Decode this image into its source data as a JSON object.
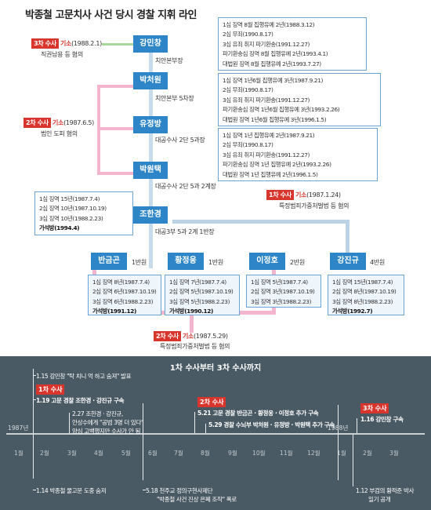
{
  "title": "박종철 고문치사 사건 당시 경찰 지휘 라인",
  "nodes": {
    "kang_minchang": {
      "name": "강민창",
      "role": "치안본부장"
    },
    "park_cheowon": {
      "name": "박처원",
      "role": "치안본부 5차장"
    },
    "yu_jeongbang": {
      "name": "유정방",
      "role": "대공수사 2단 5과장"
    },
    "park_wontaek": {
      "name": "박원택",
      "role": "대공수사 2단 5과 2계장"
    },
    "jo_hangyeong": {
      "name": "조한경",
      "role": "대공3부 5과 2계 1반장"
    },
    "ban_geumgon": {
      "name": "반금곤",
      "rank": "1반원"
    },
    "hwang_jeongung": {
      "name": "황정웅",
      "rank": "1반원"
    },
    "lee_jeongho": {
      "name": "이정호",
      "rank": "2반원"
    },
    "kang_jingyu": {
      "name": "강진규",
      "rank": "4반원"
    }
  },
  "verdicts": {
    "kang_minchang": [
      "1심 징역 8월 집행유예 2년(1988.3.12)",
      "2심 무죄(1990.8.17)",
      "3심 유죄 취지 파기환송(1991.12.27)",
      "파기환송심 징역 8월 집행유예 2년(1993.4.1)",
      "대법원 징역 8월 집행유예 2년(1993.7.27)"
    ],
    "park_cheowon": [
      "1심 징역 1년6월 집행유예 3년(1987.9.21)",
      "2심 무죄(1990.8.17)",
      "3심 유죄 취지 파기환송(1991.12.27)",
      "파기환송심 징역 1년6월 집행유예 3년(1993.2.26)",
      "대법원 징역 1년6월 집행유예 3년(1996.1.5)"
    ],
    "park_wontaek": [
      "1심 징역 1년 집행유예 2년(1987.9.21)",
      "2심 무죄(1990.8.17)",
      "3심 유죄 취지 파기환송(1991.12.27)",
      "파기환송심 징역 1년 집행유예 2년(1993.2.26)",
      "대법원 징역 1년 집행유예 2년(1996.1.5)"
    ],
    "jo_hangyeong": [
      "1심 징역 15년(1987.7.4)",
      "2심 징역 10년(1987.10.19)",
      "3심 징역 10년(1988.2.23)"
    ],
    "jo_hangyeong_release": "가석방(1994.4)",
    "ban_geumgon": [
      "1심 징역 8년(1987.7.4)",
      "2심 징역 6년(1987.10.19)",
      "3심 징역 6년(1988.2.23)"
    ],
    "ban_geumgon_release": "가석방(1991.12)",
    "hwang_jeongung": [
      "1심 징역 7년(1987.7.4)",
      "2심 징역 5년(1987.10.19)",
      "3심 징역 5년(1988.2.23)"
    ],
    "hwang_jeongung_release": "가석방(1990.12)",
    "lee_jeongho": [
      "1심 징역 5년(1987.7.4)",
      "2심 징역 3년(1987.10.19)",
      "3심 징역 3년(1988.2.23)"
    ],
    "kang_jingyu": [
      "1심 징역 15년(1987.7.4)",
      "2심 징역 8년(1987.10.19)",
      "3심 징역 8년(1988.2.23)"
    ],
    "kang_jingyu_release": "가석방(1992.7)"
  },
  "investigations": {
    "third": {
      "tag": "3차 수사",
      "gs": "기소",
      "date": "(1988.2.1)",
      "desc": "직권남용 등 혐의"
    },
    "second_upper": {
      "tag": "2차 수사",
      "gs": "기소",
      "date": "(1987.6.5)",
      "desc": "범인 도피 혐의"
    },
    "first": {
      "tag": "1차 수사",
      "gs": "기소",
      "date": "(1987.1.24)",
      "desc": "특정범죄가중처벌법 등 혐의"
    },
    "second_lower": {
      "tag": "2차 수사",
      "gs": "기소",
      "date": "(1987.5.29)",
      "desc": "특정범죄가중처벌법 등 혐의"
    }
  },
  "timeline": {
    "title": "1차 수사부터 3차 수사까지",
    "year_start": "1987년",
    "year_end": "1988년",
    "months": [
      "1월",
      "2월",
      "3월",
      "4월",
      "5월",
      "6월",
      "7월",
      "8월",
      "9월",
      "10월",
      "11월",
      "12월",
      "1월",
      "2월",
      "3월"
    ],
    "tags": {
      "first": "1차 수사",
      "second": "2차 수사",
      "third": "3차 수사"
    },
    "events_top": [
      "1.15 강민창 \"탁 치니 억 하고 숨져\" 발표",
      "1.19 고문 경찰 조한경 · 강진규 구속",
      "2.27 조한경 · 강진규,",
      "안상수에게 \"공범 3명 더 있다\"",
      "양심 고백했지만 수사가 안 됨",
      "5.21 고문 경찰 반금곤 · 황정웅 · 이정호 추가 구속",
      "5.29 경찰 수뇌부 박처원 · 유정방 · 박원택 추가 구속",
      "1.16 강민창 구속"
    ],
    "events_bottom": [
      "1.14 박종철 물고문 도중 숨져",
      "5.18 천주교 정의구현사제단",
      "\"박종철 사건 진상 은폐 조작\" 폭로",
      "1.12 부검의 황적준 박사",
      "일기 공개"
    ]
  },
  "colors": {
    "node_blue": "#2e86c8",
    "tag_red": "#d8362d",
    "pink_line": "#f4b6cf",
    "green_line": "#a9d99a",
    "grey_line": "#bcd3e6",
    "timeline_bg": "#4a5a64"
  }
}
